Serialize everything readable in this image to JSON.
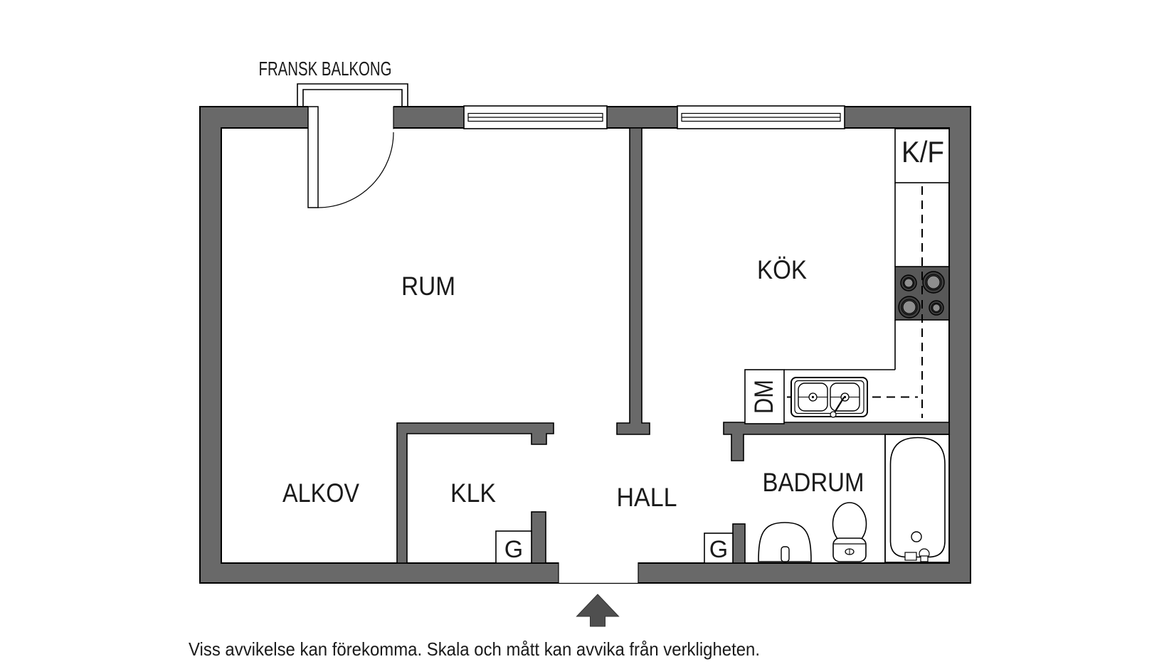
{
  "colors": {
    "background": "#ffffff",
    "wall": "#696969",
    "outline": "#000000",
    "text": "#1a1a1a",
    "stove": "#585858",
    "burner_ring": "#3e3e3e",
    "burner_center": "#8f8f8f",
    "arrow": "#4f4f4f"
  },
  "floorplan": {
    "balcony_label": "FRANSK BALKONG",
    "rooms": {
      "rum": "RUM",
      "kok": "KÖK",
      "alkov": "ALKOV",
      "klk": "KLK",
      "hall": "HALL",
      "badrum": "BADRUM"
    },
    "fixtures": {
      "fridge_freezer": "K/F",
      "dishwasher": "DM",
      "wardrobe_klk": "G",
      "wardrobe_hall": "G"
    }
  },
  "footer": {
    "disclaimer": "Viss avvikelse kan förekomma. Skala och mått kan avvika från verkligheten."
  }
}
